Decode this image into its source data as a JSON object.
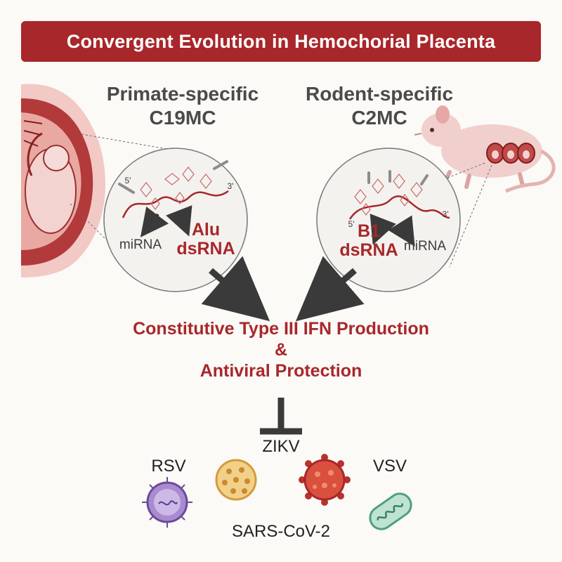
{
  "title": "Convergent Evolution in Hemochorial Placenta",
  "primate": {
    "heading_line1": "Primate-specific",
    "heading_line2": "C19MC",
    "mirna_label": "miRNA",
    "dsrna_line1": "Alu",
    "dsrna_line2": "dsRNA",
    "five_prime": "5'",
    "three_prime": "3'"
  },
  "rodent": {
    "heading_line1": "Rodent-specific",
    "heading_line2": "C2MC",
    "mirna_label": "miRNA",
    "dsrna_line1": "B1",
    "dsrna_line2": "dsRNA",
    "five_prime": "5'",
    "three_prime": "3'"
  },
  "outcome": {
    "line1": "Constitutive Type III IFN Production",
    "line2": "&",
    "line3": "Antiviral Protection"
  },
  "viruses": {
    "rsv": "RSV",
    "zikv": "ZIKV",
    "vsv": "VSV",
    "sars": "SARS-CoV-2"
  },
  "colors": {
    "accent": "#a8272a",
    "heading_gray": "#4a4a4a",
    "background": "#fbfaf7"
  }
}
